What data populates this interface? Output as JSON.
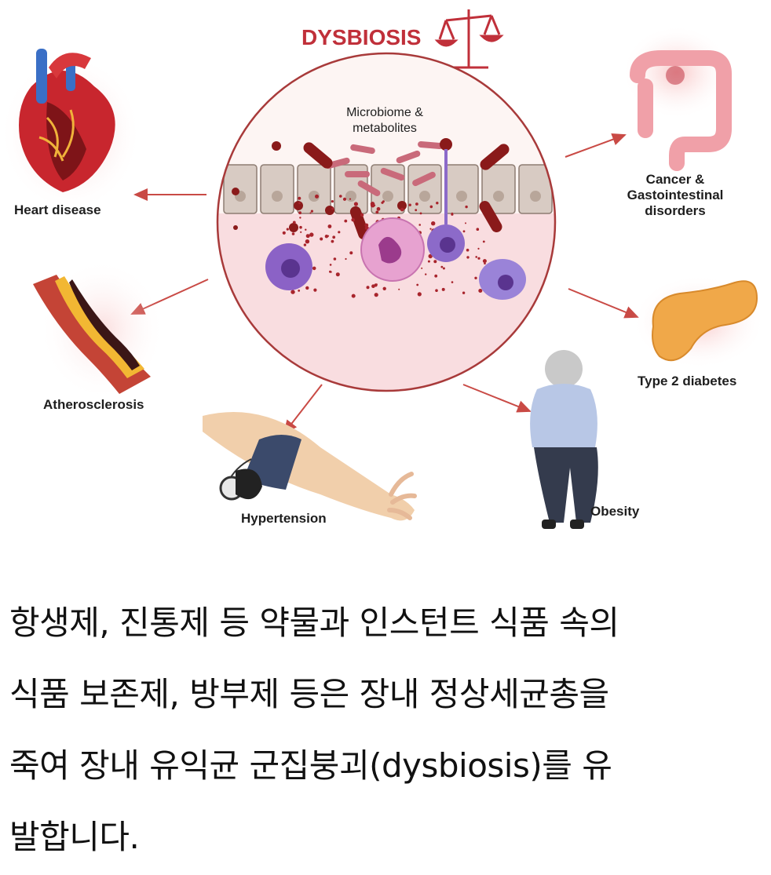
{
  "diagram": {
    "title": "DYSBIOSIS",
    "center_label_line1": "Microbiome &",
    "center_label_line2": "metabolites",
    "outcomes": {
      "heart": "Heart disease",
      "athero": "Atherosclerosis",
      "hypertension": "Hypertension",
      "obesity": "Obesity",
      "diabetes": "Type 2 diabetes",
      "cancer_line1": "Cancer &",
      "cancer_line2": "Gastointestinal",
      "cancer_line3": "disorders"
    },
    "colors": {
      "title": "#c0303a",
      "arrow": "#c94a45",
      "circle": "#a83a3a",
      "lumen": "#fdf3f1",
      "tissue": "#f9dde0",
      "epithelium": "#d8cbc3",
      "bacteria": "#c96a7a",
      "dark_red": "#8a1a1a"
    },
    "icons": [
      "balance-scale-icon",
      "heart-icon",
      "artery-icon",
      "blood-pressure-cuff-icon",
      "person-icon",
      "pancreas-icon",
      "intestine-icon"
    ]
  },
  "caption": {
    "line1": "항생제, 진통제 등 약물과 인스턴트 식품 속의",
    "line2": "식품 보존제, 방부제 등은 장내 정상세균총을",
    "line3": "죽여 장내 유익균 군집붕괴(dysbiosis)를 유",
    "line4": "발합니다."
  }
}
